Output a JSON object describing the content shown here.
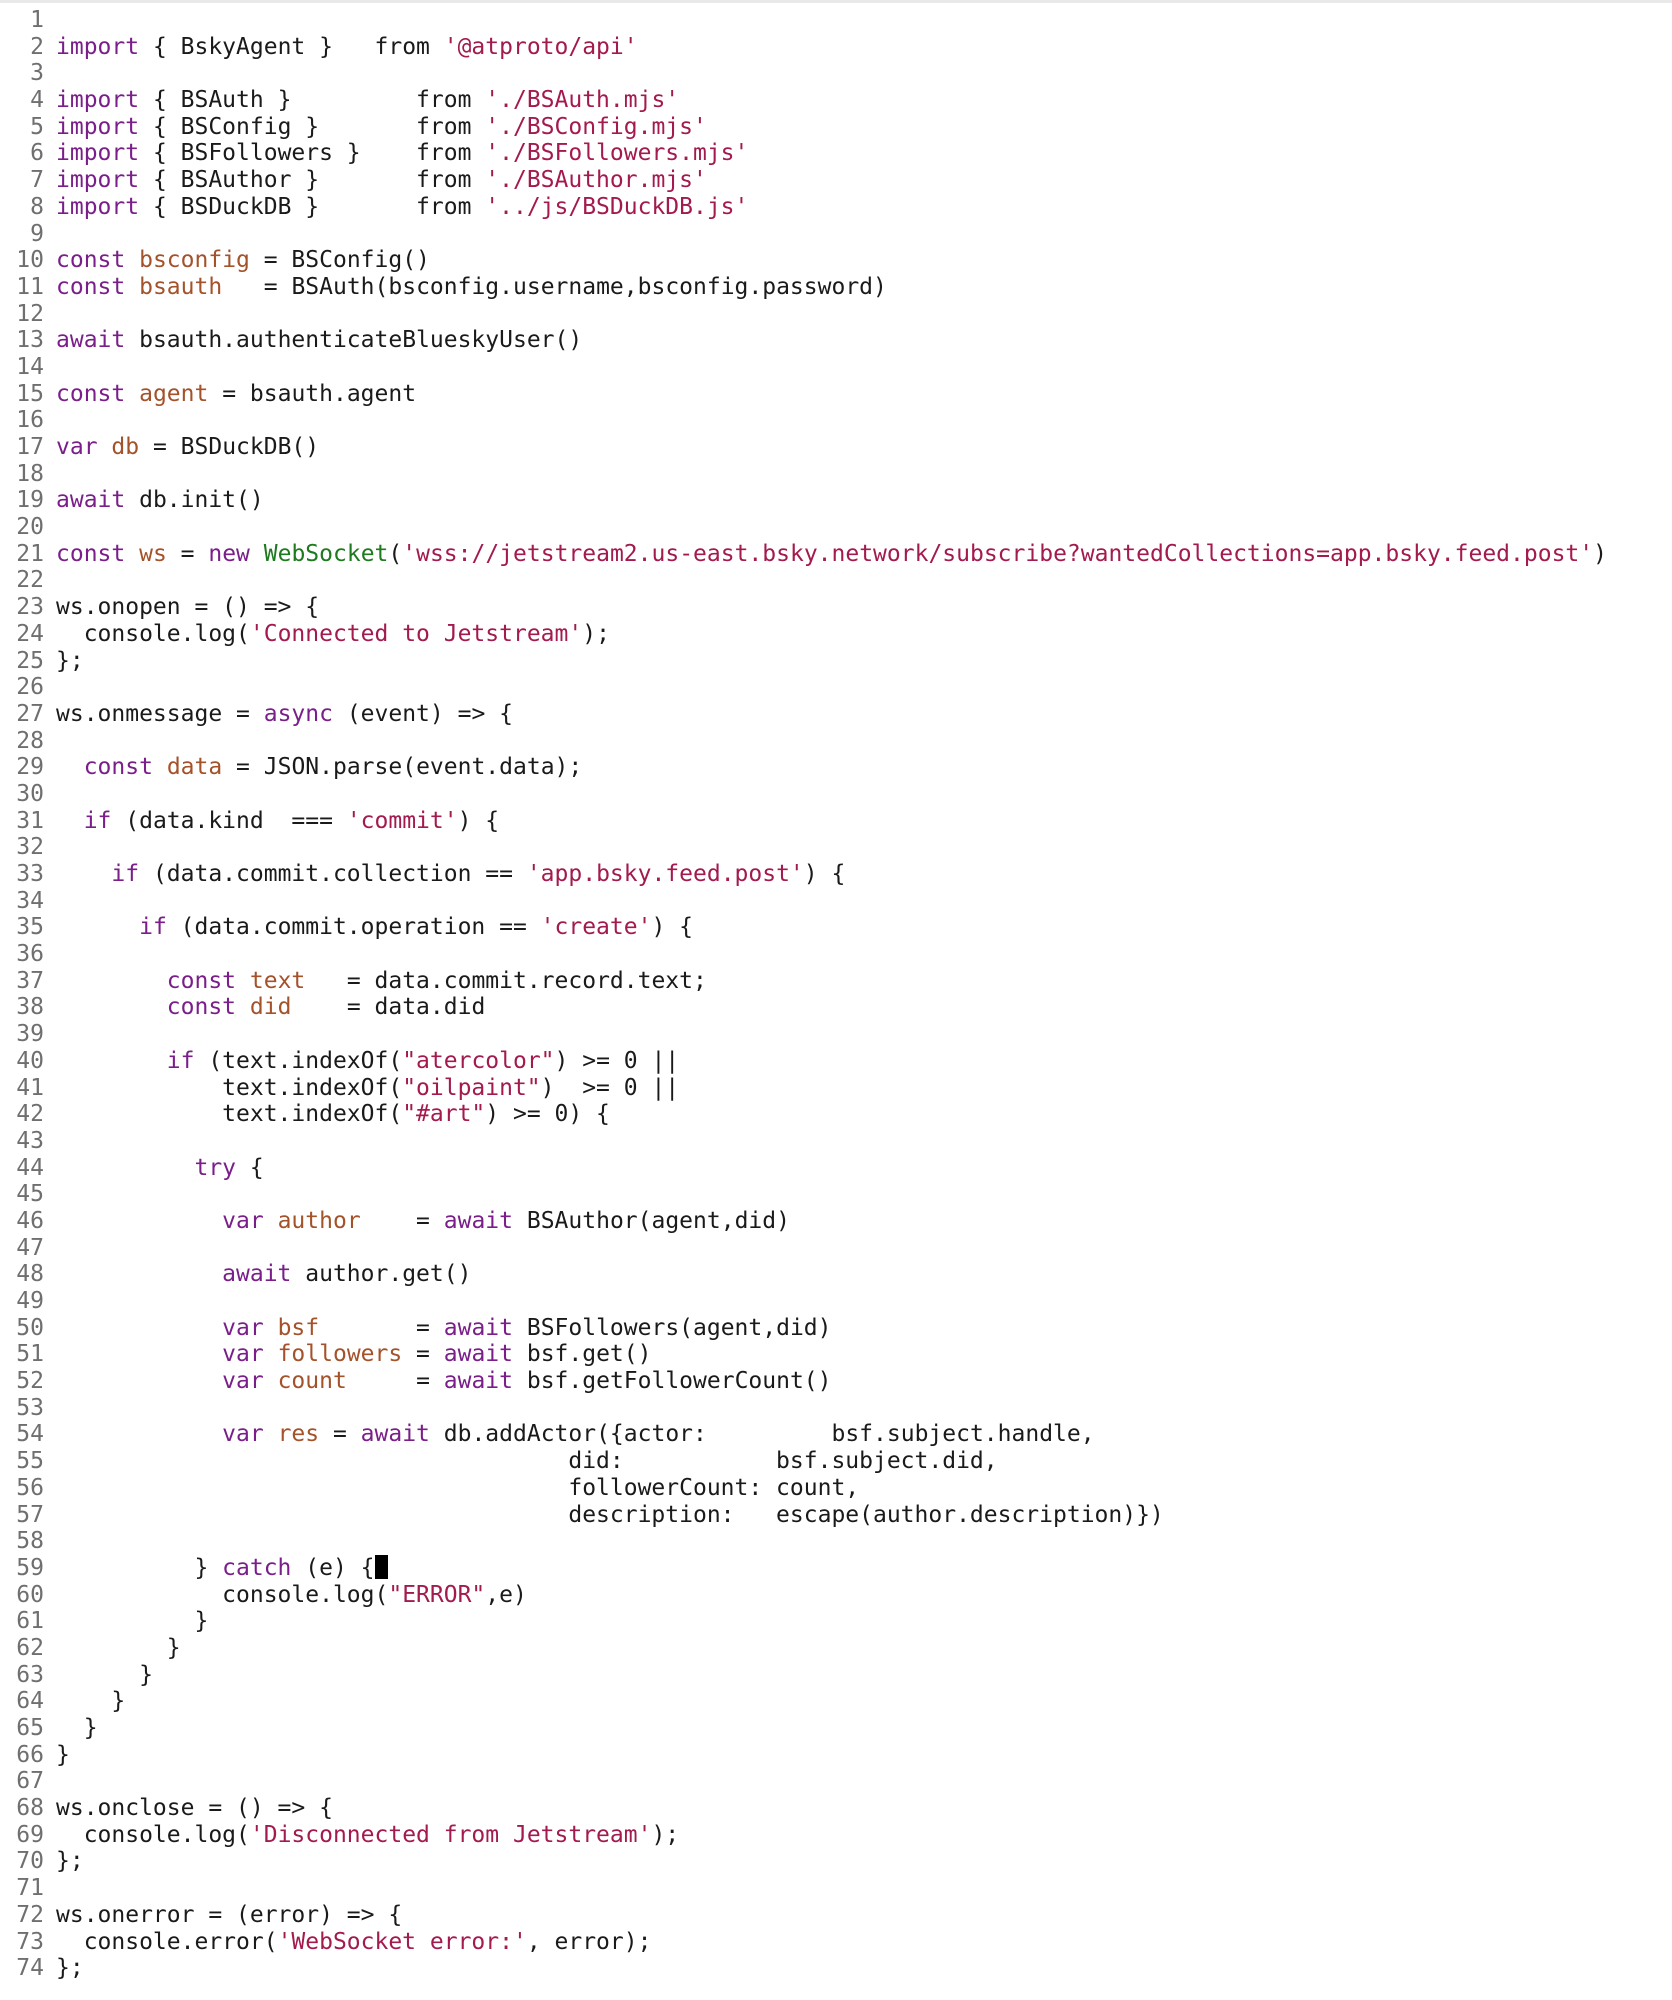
{
  "editor": {
    "cursor": {
      "line": 59
    },
    "lines": [
      {
        "n": "1",
        "tokens": []
      },
      {
        "n": "2",
        "tokens": [
          {
            "t": "kw",
            "v": "import"
          },
          {
            "t": "plain",
            "v": " { BskyAgent }   from "
          },
          {
            "t": "str",
            "v": "'@atproto/api'"
          }
        ]
      },
      {
        "n": "3",
        "tokens": []
      },
      {
        "n": "4",
        "tokens": [
          {
            "t": "kw",
            "v": "import"
          },
          {
            "t": "plain",
            "v": " { BSAuth }         from "
          },
          {
            "t": "str",
            "v": "'./BSAuth.mjs'"
          }
        ]
      },
      {
        "n": "5",
        "tokens": [
          {
            "t": "kw",
            "v": "import"
          },
          {
            "t": "plain",
            "v": " { BSConfig }       from "
          },
          {
            "t": "str",
            "v": "'./BSConfig.mjs'"
          }
        ]
      },
      {
        "n": "6",
        "tokens": [
          {
            "t": "kw",
            "v": "import"
          },
          {
            "t": "plain",
            "v": " { BSFollowers }    from "
          },
          {
            "t": "str",
            "v": "'./BSFollowers.mjs'"
          }
        ]
      },
      {
        "n": "7",
        "tokens": [
          {
            "t": "kw",
            "v": "import"
          },
          {
            "t": "plain",
            "v": " { BSAuthor }       from "
          },
          {
            "t": "str",
            "v": "'./BSAuthor.mjs'"
          }
        ]
      },
      {
        "n": "8",
        "tokens": [
          {
            "t": "kw",
            "v": "import"
          },
          {
            "t": "plain",
            "v": " { BSDuckDB }       from "
          },
          {
            "t": "str",
            "v": "'../js/BSDuckDB.js'"
          }
        ]
      },
      {
        "n": "9",
        "tokens": []
      },
      {
        "n": "10",
        "tokens": [
          {
            "t": "kw",
            "v": "const"
          },
          {
            "t": "plain",
            "v": " "
          },
          {
            "t": "var",
            "v": "bsconfig"
          },
          {
            "t": "plain",
            "v": " = BSConfig()"
          }
        ]
      },
      {
        "n": "11",
        "tokens": [
          {
            "t": "kw",
            "v": "const"
          },
          {
            "t": "plain",
            "v": " "
          },
          {
            "t": "var",
            "v": "bsauth"
          },
          {
            "t": "plain",
            "v": "   = BSAuth(bsconfig.username,bsconfig.password)"
          }
        ]
      },
      {
        "n": "12",
        "tokens": []
      },
      {
        "n": "13",
        "tokens": [
          {
            "t": "kw",
            "v": "await"
          },
          {
            "t": "plain",
            "v": " bsauth.authenticateBlueskyUser()"
          }
        ]
      },
      {
        "n": "14",
        "tokens": []
      },
      {
        "n": "15",
        "tokens": [
          {
            "t": "kw",
            "v": "const"
          },
          {
            "t": "plain",
            "v": " "
          },
          {
            "t": "var",
            "v": "agent"
          },
          {
            "t": "plain",
            "v": " = bsauth.agent"
          }
        ]
      },
      {
        "n": "16",
        "tokens": []
      },
      {
        "n": "17",
        "tokens": [
          {
            "t": "kw",
            "v": "var"
          },
          {
            "t": "plain",
            "v": " "
          },
          {
            "t": "var",
            "v": "db"
          },
          {
            "t": "plain",
            "v": " = BSDuckDB()"
          }
        ]
      },
      {
        "n": "18",
        "tokens": []
      },
      {
        "n": "19",
        "tokens": [
          {
            "t": "kw",
            "v": "await"
          },
          {
            "t": "plain",
            "v": " db.init()"
          }
        ]
      },
      {
        "n": "20",
        "tokens": []
      },
      {
        "n": "21",
        "tokens": [
          {
            "t": "kw",
            "v": "const"
          },
          {
            "t": "plain",
            "v": " "
          },
          {
            "t": "var",
            "v": "ws"
          },
          {
            "t": "plain",
            "v": " = "
          },
          {
            "t": "kw",
            "v": "new"
          },
          {
            "t": "plain",
            "v": " "
          },
          {
            "t": "cls",
            "v": "WebSocket"
          },
          {
            "t": "plain",
            "v": "("
          },
          {
            "t": "str",
            "v": "'wss://jetstream2.us-east.bsky.network/subscribe?wantedCollections=app.bsky.feed.post'"
          },
          {
            "t": "plain",
            "v": ")"
          }
        ]
      },
      {
        "n": "22",
        "tokens": []
      },
      {
        "n": "23",
        "tokens": [
          {
            "t": "plain",
            "v": "ws.onopen = () => {"
          }
        ]
      },
      {
        "n": "24",
        "tokens": [
          {
            "t": "plain",
            "v": "  console.log("
          },
          {
            "t": "str",
            "v": "'Connected to Jetstream'"
          },
          {
            "t": "plain",
            "v": ");"
          }
        ]
      },
      {
        "n": "25",
        "tokens": [
          {
            "t": "plain",
            "v": "};"
          }
        ]
      },
      {
        "n": "26",
        "tokens": []
      },
      {
        "n": "27",
        "tokens": [
          {
            "t": "plain",
            "v": "ws.onmessage = "
          },
          {
            "t": "kw",
            "v": "async"
          },
          {
            "t": "plain",
            "v": " (event) => {"
          }
        ]
      },
      {
        "n": "28",
        "tokens": []
      },
      {
        "n": "29",
        "tokens": [
          {
            "t": "plain",
            "v": "  "
          },
          {
            "t": "kw",
            "v": "const"
          },
          {
            "t": "plain",
            "v": " "
          },
          {
            "t": "var",
            "v": "data"
          },
          {
            "t": "plain",
            "v": " = JSON.parse(event.data);"
          }
        ]
      },
      {
        "n": "30",
        "tokens": []
      },
      {
        "n": "31",
        "tokens": [
          {
            "t": "plain",
            "v": "  "
          },
          {
            "t": "kw",
            "v": "if"
          },
          {
            "t": "plain",
            "v": " (data.kind  === "
          },
          {
            "t": "str",
            "v": "'commit'"
          },
          {
            "t": "plain",
            "v": ") {"
          }
        ]
      },
      {
        "n": "32",
        "tokens": []
      },
      {
        "n": "33",
        "tokens": [
          {
            "t": "plain",
            "v": "    "
          },
          {
            "t": "kw",
            "v": "if"
          },
          {
            "t": "plain",
            "v": " (data.commit.collection == "
          },
          {
            "t": "str",
            "v": "'app.bsky.feed.post'"
          },
          {
            "t": "plain",
            "v": ") {"
          }
        ]
      },
      {
        "n": "34",
        "tokens": []
      },
      {
        "n": "35",
        "tokens": [
          {
            "t": "plain",
            "v": "      "
          },
          {
            "t": "kw",
            "v": "if"
          },
          {
            "t": "plain",
            "v": " (data.commit.operation == "
          },
          {
            "t": "str",
            "v": "'create'"
          },
          {
            "t": "plain",
            "v": ") {"
          }
        ]
      },
      {
        "n": "36",
        "tokens": []
      },
      {
        "n": "37",
        "tokens": [
          {
            "t": "plain",
            "v": "        "
          },
          {
            "t": "kw",
            "v": "const"
          },
          {
            "t": "plain",
            "v": " "
          },
          {
            "t": "var",
            "v": "text"
          },
          {
            "t": "plain",
            "v": "   = data.commit.record.text;"
          }
        ]
      },
      {
        "n": "38",
        "tokens": [
          {
            "t": "plain",
            "v": "        "
          },
          {
            "t": "kw",
            "v": "const"
          },
          {
            "t": "plain",
            "v": " "
          },
          {
            "t": "var",
            "v": "did"
          },
          {
            "t": "plain",
            "v": "    = data.did"
          }
        ]
      },
      {
        "n": "39",
        "tokens": []
      },
      {
        "n": "40",
        "tokens": [
          {
            "t": "plain",
            "v": "        "
          },
          {
            "t": "kw",
            "v": "if"
          },
          {
            "t": "plain",
            "v": " (text.indexOf("
          },
          {
            "t": "str",
            "v": "\"atercolor\""
          },
          {
            "t": "plain",
            "v": ") >= 0 ||"
          }
        ]
      },
      {
        "n": "41",
        "tokens": [
          {
            "t": "plain",
            "v": "            text.indexOf("
          },
          {
            "t": "str",
            "v": "\"oilpaint\""
          },
          {
            "t": "plain",
            "v": ")  >= 0 ||"
          }
        ]
      },
      {
        "n": "42",
        "tokens": [
          {
            "t": "plain",
            "v": "            text.indexOf("
          },
          {
            "t": "str",
            "v": "\"#art\""
          },
          {
            "t": "plain",
            "v": ") >= 0) {"
          }
        ]
      },
      {
        "n": "43",
        "tokens": []
      },
      {
        "n": "44",
        "tokens": [
          {
            "t": "plain",
            "v": "          "
          },
          {
            "t": "kw",
            "v": "try"
          },
          {
            "t": "plain",
            "v": " {"
          }
        ]
      },
      {
        "n": "45",
        "tokens": []
      },
      {
        "n": "46",
        "tokens": [
          {
            "t": "plain",
            "v": "            "
          },
          {
            "t": "kw",
            "v": "var"
          },
          {
            "t": "plain",
            "v": " "
          },
          {
            "t": "var",
            "v": "author"
          },
          {
            "t": "plain",
            "v": "    = "
          },
          {
            "t": "kw",
            "v": "await"
          },
          {
            "t": "plain",
            "v": " BSAuthor(agent,did)"
          }
        ]
      },
      {
        "n": "47",
        "tokens": []
      },
      {
        "n": "48",
        "tokens": [
          {
            "t": "plain",
            "v": "            "
          },
          {
            "t": "kw",
            "v": "await"
          },
          {
            "t": "plain",
            "v": " author.get()"
          }
        ]
      },
      {
        "n": "49",
        "tokens": []
      },
      {
        "n": "50",
        "tokens": [
          {
            "t": "plain",
            "v": "            "
          },
          {
            "t": "kw",
            "v": "var"
          },
          {
            "t": "plain",
            "v": " "
          },
          {
            "t": "var",
            "v": "bsf"
          },
          {
            "t": "plain",
            "v": "       = "
          },
          {
            "t": "kw",
            "v": "await"
          },
          {
            "t": "plain",
            "v": " BSFollowers(agent,did)"
          }
        ]
      },
      {
        "n": "51",
        "tokens": [
          {
            "t": "plain",
            "v": "            "
          },
          {
            "t": "kw",
            "v": "var"
          },
          {
            "t": "plain",
            "v": " "
          },
          {
            "t": "var",
            "v": "followers"
          },
          {
            "t": "plain",
            "v": " = "
          },
          {
            "t": "kw",
            "v": "await"
          },
          {
            "t": "plain",
            "v": " bsf.get()"
          }
        ]
      },
      {
        "n": "52",
        "tokens": [
          {
            "t": "plain",
            "v": "            "
          },
          {
            "t": "kw",
            "v": "var"
          },
          {
            "t": "plain",
            "v": " "
          },
          {
            "t": "var",
            "v": "count"
          },
          {
            "t": "plain",
            "v": "     = "
          },
          {
            "t": "kw",
            "v": "await"
          },
          {
            "t": "plain",
            "v": " bsf.getFollowerCount()"
          }
        ]
      },
      {
        "n": "53",
        "tokens": []
      },
      {
        "n": "54",
        "tokens": [
          {
            "t": "plain",
            "v": "            "
          },
          {
            "t": "kw",
            "v": "var"
          },
          {
            "t": "plain",
            "v": " "
          },
          {
            "t": "var",
            "v": "res"
          },
          {
            "t": "plain",
            "v": " = "
          },
          {
            "t": "kw",
            "v": "await"
          },
          {
            "t": "plain",
            "v": " db.addActor({actor:         bsf.subject.handle,"
          }
        ]
      },
      {
        "n": "55",
        "tokens": [
          {
            "t": "plain",
            "v": "                                     did:           bsf.subject.did,"
          }
        ]
      },
      {
        "n": "56",
        "tokens": [
          {
            "t": "plain",
            "v": "                                     followerCount: count,"
          }
        ]
      },
      {
        "n": "57",
        "tokens": [
          {
            "t": "plain",
            "v": "                                     description:   escape(author.description)})"
          }
        ]
      },
      {
        "n": "58",
        "tokens": []
      },
      {
        "n": "59",
        "tokens": [
          {
            "t": "plain",
            "v": "          } "
          },
          {
            "t": "kw",
            "v": "catch"
          },
          {
            "t": "plain",
            "v": " (e) {"
          }
        ]
      },
      {
        "n": "60",
        "tokens": [
          {
            "t": "plain",
            "v": "            console.log("
          },
          {
            "t": "str",
            "v": "\"ERROR\""
          },
          {
            "t": "plain",
            "v": ",e)"
          }
        ]
      },
      {
        "n": "61",
        "tokens": [
          {
            "t": "plain",
            "v": "          }"
          }
        ]
      },
      {
        "n": "62",
        "tokens": [
          {
            "t": "plain",
            "v": "        }"
          }
        ]
      },
      {
        "n": "63",
        "tokens": [
          {
            "t": "plain",
            "v": "      }"
          }
        ]
      },
      {
        "n": "64",
        "tokens": [
          {
            "t": "plain",
            "v": "    }"
          }
        ]
      },
      {
        "n": "65",
        "tokens": [
          {
            "t": "plain",
            "v": "  }"
          }
        ]
      },
      {
        "n": "66",
        "tokens": [
          {
            "t": "plain",
            "v": "}"
          }
        ]
      },
      {
        "n": "67",
        "tokens": []
      },
      {
        "n": "68",
        "tokens": [
          {
            "t": "plain",
            "v": "ws.onclose = () => {"
          }
        ]
      },
      {
        "n": "69",
        "tokens": [
          {
            "t": "plain",
            "v": "  console.log("
          },
          {
            "t": "str",
            "v": "'Disconnected from Jetstream'"
          },
          {
            "t": "plain",
            "v": ");"
          }
        ]
      },
      {
        "n": "70",
        "tokens": [
          {
            "t": "plain",
            "v": "};"
          }
        ]
      },
      {
        "n": "71",
        "tokens": []
      },
      {
        "n": "72",
        "tokens": [
          {
            "t": "plain",
            "v": "ws.onerror = (error) => {"
          }
        ]
      },
      {
        "n": "73",
        "tokens": [
          {
            "t": "plain",
            "v": "  console.error("
          },
          {
            "t": "str",
            "v": "'WebSocket error:'"
          },
          {
            "t": "plain",
            "v": ", error);"
          }
        ]
      },
      {
        "n": "74",
        "tokens": [
          {
            "t": "plain",
            "v": "};"
          }
        ]
      }
    ]
  }
}
